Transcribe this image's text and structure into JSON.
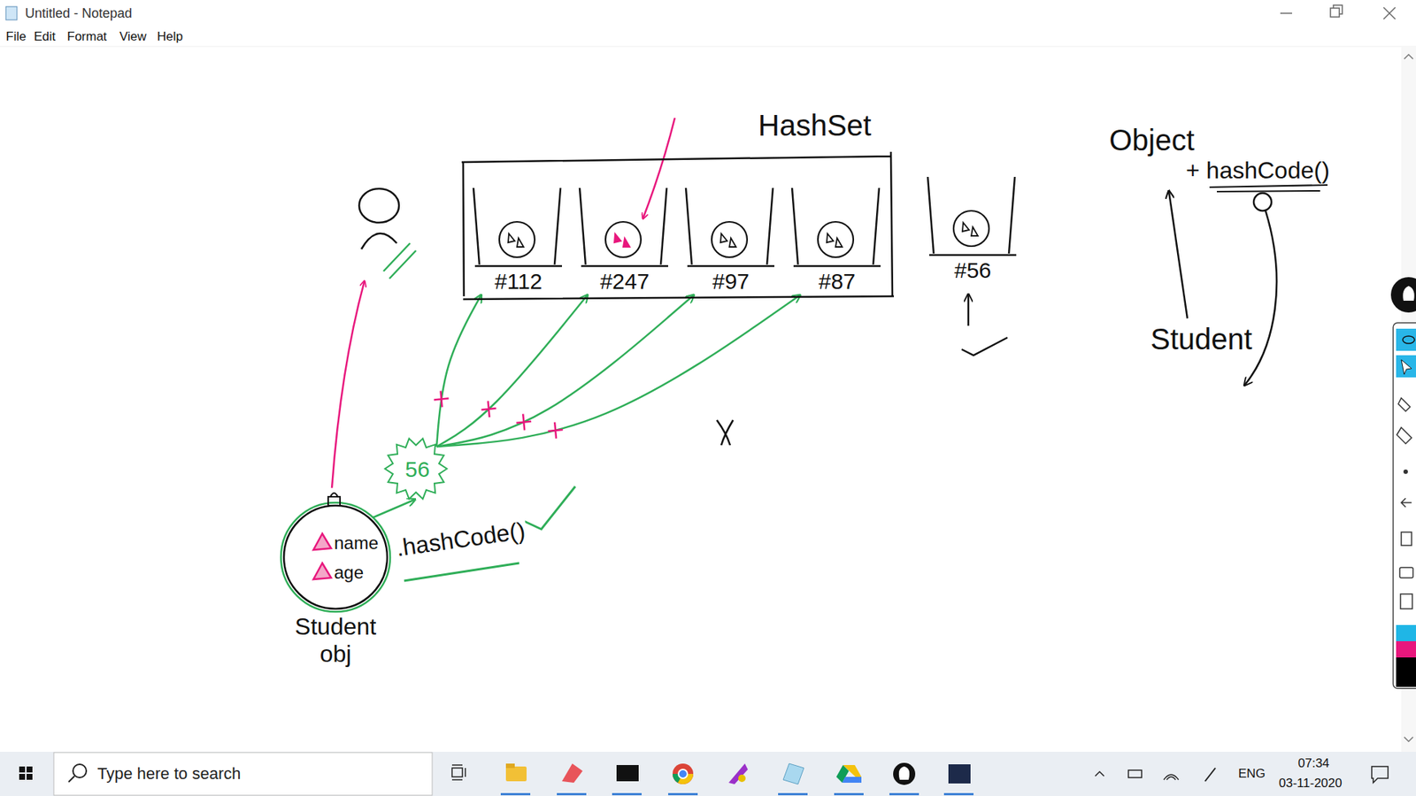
{
  "diagram": {
    "nodes": [
      {
        "text": [
          "HashSet"
        ]
      },
      {
        "text": [
          "#112"
        ],
        "in": 0
      },
      {
        "text": [
          "#247"
        ],
        "in": 0
      },
      {
        "text": [
          "#97"
        ],
        "in": 0
      },
      {
        "text": [
          "#87"
        ],
        "in": 0
      },
      {
        "text": [
          "#56"
        ]
      },
      {
        "text": [
          "name",
          "age",
          "Student obj"
        ]
      },
      {
        "text": [
          "56"
        ]
      },
      {
        "text": [
          "Object",
          "+ hashCode()"
        ]
      },
      {
        "text": [
          "Student"
        ]
      }
    ],
    "edges": [
      {
        "from": 6,
        "to": 7,
        "arrow": "to",
        "label": ".hashCode()"
      },
      {
        "from": 7,
        "to": 1,
        "arrow": "to"
      },
      {
        "from": 7,
        "to": 2,
        "arrow": "to"
      },
      {
        "from": 7,
        "to": 3,
        "arrow": "to"
      },
      {
        "from": 7,
        "to": 4,
        "arrow": "to"
      },
      {
        "from": 9,
        "to": 8,
        "arrow": "to"
      }
    ],
    "labels": [
      "Untitled - Notepad",
      "File",
      "Edit",
      "Format",
      "View",
      "Help",
      "Type here to search",
      "ENG",
      "07:34",
      "03-11-2020"
    ]
  }
}
